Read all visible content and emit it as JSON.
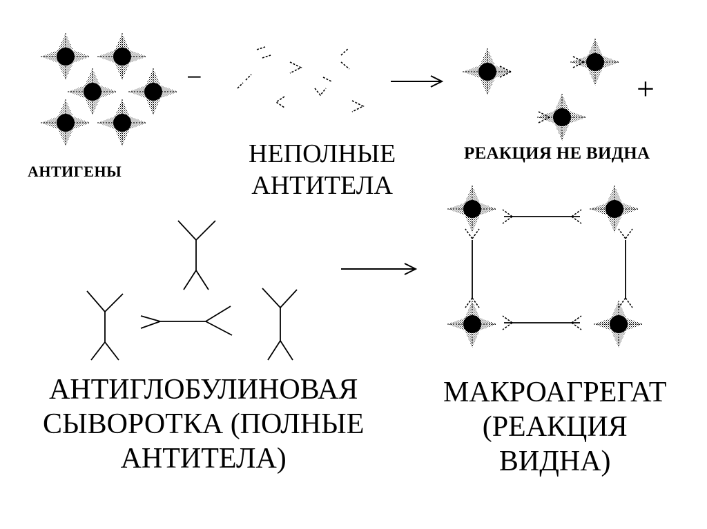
{
  "labels": {
    "antigens": "АНТИГЕНЫ",
    "incomplete_antibodies_line1": "НЕПОЛНЫЕ",
    "incomplete_antibodies_line2": "АНТИТЕЛА",
    "no_reaction": "РЕАКЦИЯ НЕ ВИДНА",
    "serum_line1": "АНТИГЛОБУЛИНОВАЯ",
    "serum_line2": "СЫВОРОТКА (ПОЛНЫЕ",
    "serum_line3": "АНТИТЕЛА)",
    "macro_line1": "МАКРОАГРЕГАТ",
    "macro_line2": "(РЕАКЦИЯ",
    "macro_line3": "ВИДНА)"
  },
  "operators": {
    "minus": "−",
    "plus": "+"
  },
  "colors": {
    "ink": "#000000",
    "background": "#ffffff"
  },
  "icons": [
    "antigen-particle-icon",
    "incomplete-antibody-icon",
    "complete-antibody-icon",
    "arrow-icon"
  ]
}
